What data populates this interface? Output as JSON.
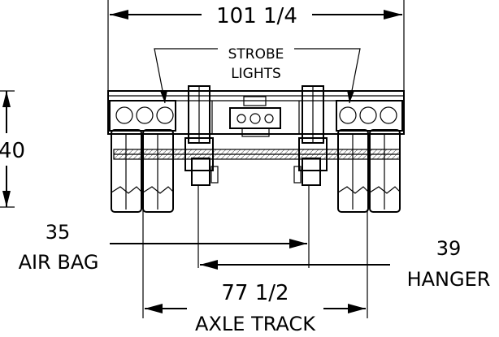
{
  "drawing": {
    "overall_width": "101  1/4",
    "height_value": "40",
    "strobe_label_line1": "STROBE",
    "strobe_label_line2": "LIGHTS",
    "airbag_value": "35",
    "airbag_label": "AIR  BAG",
    "hanger_value": "39",
    "hanger_label": "HANGER",
    "axle_value": "77  1/2",
    "axle_label": "AXLE  TRACK"
  }
}
